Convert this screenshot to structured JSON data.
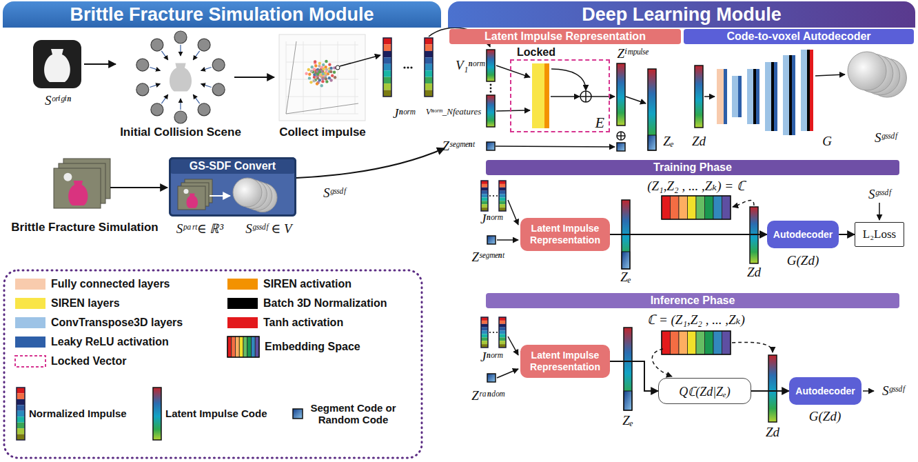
{
  "diagram": {
    "nodes": [
      {
        "text": [
          "Brittle Fracture Simulation Module"
        ]
      },
      {
        "text": [
          "GS-SDF Convert"
        ],
        "in": 0
      },
      {
        "text": [
          "Deep Learning Module"
        ]
      },
      {
        "text": [
          "Latent Impulse Representation"
        ],
        "in": 2
      },
      {
        "text": [
          "Code-to-voxel Autodecoder"
        ],
        "in": 2
      },
      {
        "text": [
          "Locked",
          "E"
        ],
        "in": 2
      },
      {
        "text": [
          "Training Phase"
        ],
        "in": 2
      },
      {
        "text": [
          "Latent Impulse Representation"
        ],
        "in": 2
      },
      {
        "text": [
          "Autodecoder"
        ],
        "in": 2
      },
      {
        "text": [
          "L₂Loss"
        ],
        "in": 2
      },
      {
        "text": [
          "Inference Phase"
        ],
        "in": 2
      },
      {
        "text": [
          "Latent Impulse Representation"
        ],
        "in": 2
      },
      {
        "text": [
          "Qℂ(Zd|Zₑ)"
        ],
        "in": 2
      },
      {
        "text": [
          "Autodecoder"
        ],
        "in": 2
      }
    ],
    "edges": [
      {
        "from": 7,
        "to": 8,
        "arrow": "to"
      },
      {
        "from": 8,
        "to": 9,
        "arrow": "to"
      },
      {
        "from": 11,
        "to": 12,
        "arrow": "to"
      },
      {
        "from": 12,
        "to": 13,
        "arrow": "to"
      }
    ],
    "labels": [
      "Sᵒʳⁱᵍⁱⁿ",
      "Initial Collision Scene",
      "Collect impulse",
      "Jⁿᵒʳᵐ",
      "Brittle Fracture Simulation",
      "Sᵖᵃʳᵗ∈ ℝ³",
      "Sᵍˢˢᵈᶠ ∈ V",
      "Sᵍˢˢᵈᶠ",
      "V₁ⁿᵒʳᵐ",
      "Vⁿᵒʳᵐ_Nfeatures",
      "Zⁱᵐᵖᵘˡˢᵉ",
      "Zˢᵉᵍᵐᵉⁿᵗ",
      "Zₑ",
      "Zd",
      "G",
      "Sᵍˢˢᵈᶠ",
      "Jⁿᵒʳᵐ",
      "Zˢᵉᵍᵐᵉⁿᵗ",
      "Zₑ",
      "(Z₁,Z₂ , ... ,Zₖ) = ℂ",
      "Zd",
      "G(Zd)",
      "Sᵍˢˢᵈᶠ",
      "Jⁿᵒʳᵐ",
      "Zʳᵃⁿᵈᵒᵐ",
      "Zₑ",
      "ℂ = (Z₁,Z₂ , ... ,Zₖ)",
      "Zd",
      "G(Zd)",
      "Sᵍˢˢᵈᶠ"
    ],
    "legend": [
      {
        "text": "Fully connected layers",
        "color": "#f8cbad"
      },
      {
        "text": "SIREN activation",
        "color": "#f39200"
      },
      {
        "text": "SIREN layers",
        "color": "#f9e547"
      },
      {
        "text": "Batch 3D Normalization",
        "color": "#000000"
      },
      {
        "text": "ConvTranspose3D layers",
        "color": "#9dc3e6"
      },
      {
        "text": "Tanh activation",
        "color": "#e3191c"
      },
      {
        "text": "Leaky ReLU activation",
        "color": "#2e5fa8"
      },
      {
        "text": "Embedding Space"
      },
      {
        "text": "Locked Vector"
      },
      {
        "text": "Normalized Impulse"
      },
      {
        "text": "Latent Impulse Code"
      },
      {
        "text": "Segment Code or Random Code"
      }
    ]
  }
}
